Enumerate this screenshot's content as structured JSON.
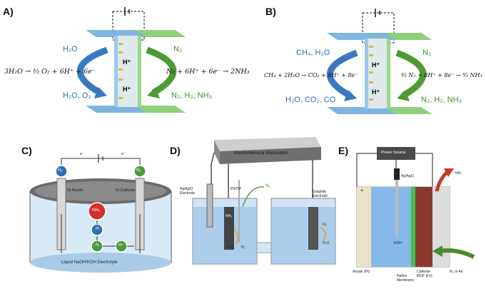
{
  "panels": {
    "A": {
      "label": "A)",
      "left_in": "H₂O",
      "left_out": "H₂O, O₂",
      "right_in": "N₂",
      "right_out": "N₂, H₂, NH₃",
      "proton": "H⁺",
      "anode_eq": "3H₂O → ³⁄₂ O₂ + 6H⁺ + 6e⁻",
      "cathode_eq": "N₂ + 6H⁺ + 6e⁻ → 2NH₃"
    },
    "B": {
      "label": "B)",
      "left_in": "CH₄, H₂O",
      "left_out": "H₂O, CO₂, CO",
      "right_in": "N₂",
      "right_out": "N₂, H₂, NH₃",
      "proton": "H⁺",
      "anode_eq": "CH₄ + 2H₂O → CO₂ + 8H⁺ + 8e⁻",
      "cathode_eq": "⁴⁄₃ N₂ + 8H⁺ + 8e⁻ → ⁸⁄₃ NH₃"
    },
    "C": {
      "label": "C)",
      "h2": "H₂",
      "n2": "N₂",
      "anode": "Ni Anode",
      "cathode": "Ni Cathode",
      "nh3": "NH₃",
      "h": "H",
      "n": "N",
      "n3": "N³⁻",
      "electron_left": "e⁻",
      "electron_right": "e⁻",
      "electrolyte": "Liquid NaOH/KOH Electrolyte"
    },
    "D": {
      "label": "D)",
      "workstation": "Electrochemical Workstation",
      "ref": "Ag/AgCl Electrode",
      "work": "VN/TM",
      "counter": "Graphite Electrode",
      "n2": "N₂",
      "nh3": "NH₃",
      "h2o_left": "H₂O",
      "h2": "H₂",
      "o2": "O₂",
      "h2o_right": "H₂O"
    },
    "E": {
      "label": "E)",
      "power": "Power Source",
      "ref": "Ag/AgCl",
      "nh3": "NH₃",
      "plus": "+",
      "minus": "-",
      "koh": "KOH",
      "anode": "Anode (Pt)",
      "membrane": "Nafion Membrane",
      "cathode": "Cathode MOF (Fe)",
      "feed": "N₂ or Air"
    }
  },
  "colors": {
    "blue": "#2e6fb5",
    "light_blue": "#8fc0e8",
    "green": "#4f9a34",
    "light_green": "#a8d89a",
    "gold": "#d9b84a",
    "red": "#c0392b"
  }
}
